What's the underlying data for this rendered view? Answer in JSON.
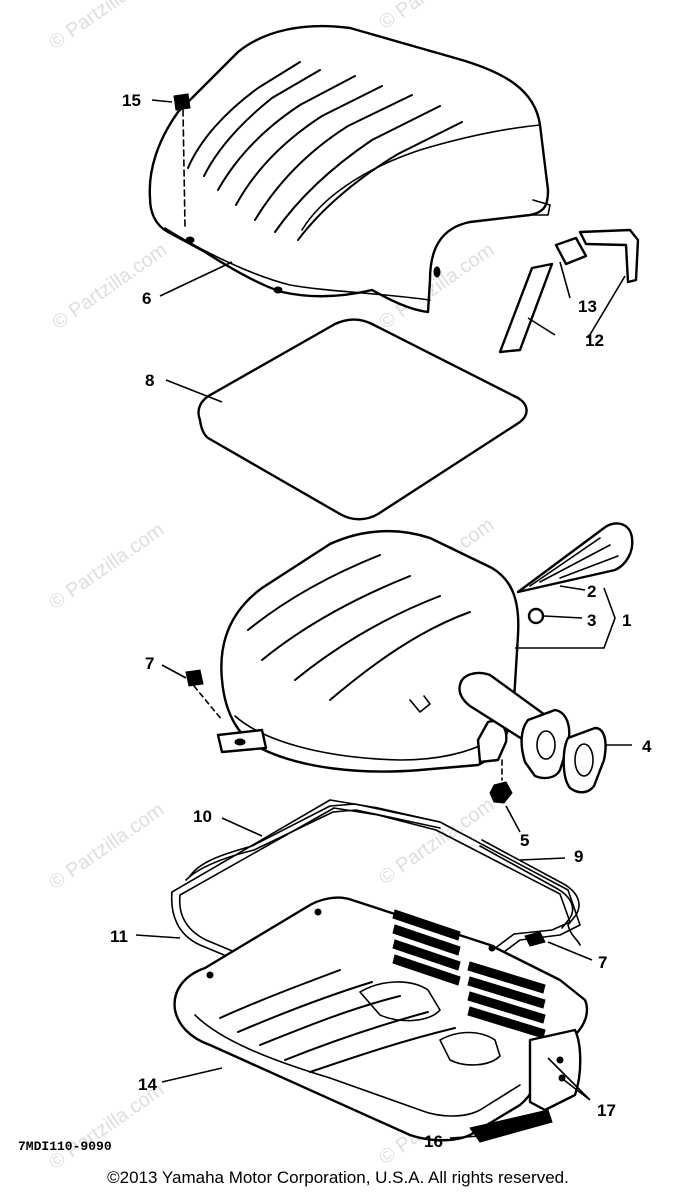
{
  "watermark": "© Partzilla.com",
  "drawing_code": "7MDI110-9090",
  "copyright": "©2013 Yamaha Motor Corporation, U.S.A. All rights reserved.",
  "callouts": {
    "c1": "1",
    "c2": "2",
    "c3": "3",
    "c4": "4",
    "c5": "5",
    "c6": "6",
    "c7a": "7",
    "c7b": "7",
    "c8": "8",
    "c9": "9",
    "c10": "10",
    "c11": "11",
    "c12": "12",
    "c13": "13",
    "c14": "14",
    "c15": "15",
    "c16": "16",
    "c17": "17"
  }
}
